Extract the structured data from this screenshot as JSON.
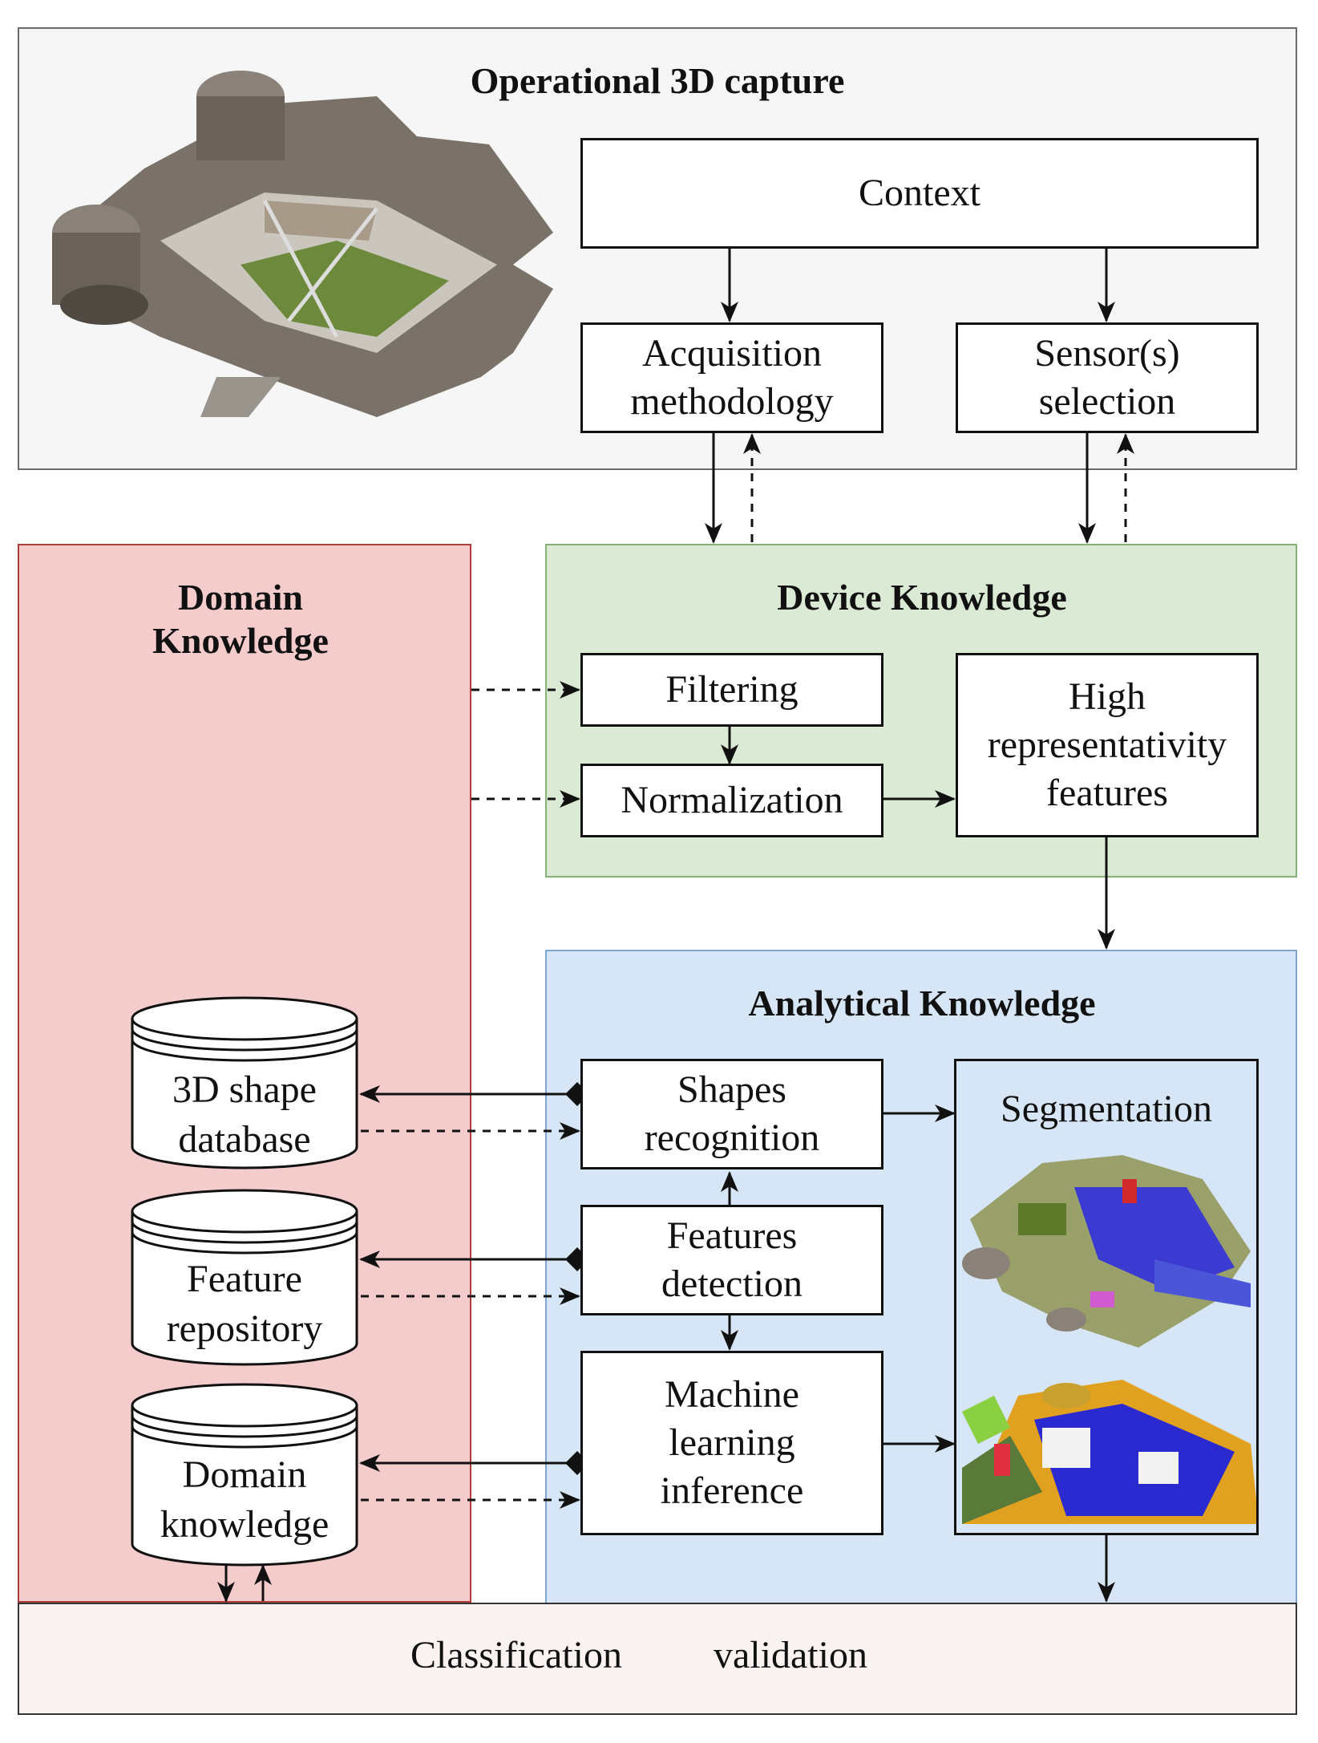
{
  "colors": {
    "capture_bg": "#f6f6f6",
    "domain_bg": "#f4cccb",
    "domain_border": "#b23b3b",
    "device_bg": "#dbead4",
    "device_border": "#86b27a",
    "analytical_bg": "#d6e6f6",
    "analytical_border": "#7fa7cf",
    "footer_bg": "#fbf2f2"
  },
  "panels": {
    "capture_title": "Operational 3D capture",
    "domain_title": "Domain\nKnowledge",
    "device_title": "Device Knowledge",
    "analytical_title": "Analytical Knowledge"
  },
  "boxes": {
    "context": "Context",
    "acquisition": "Acquisition\nmethodology",
    "sensors": "Sensor(s)\nselection",
    "filtering": "Filtering",
    "normalization": "Normalization",
    "high_rep": "High\nrepresentativity\nfeatures",
    "shapes_recognition": "Shapes\nrecognition",
    "features_detection": "Features\ndetection",
    "ml_inference": "Machine\nlearning\ninference",
    "segmentation": "Segmentation"
  },
  "databases": {
    "shape_db": "3D shape\ndatabase",
    "feature_repo": "Feature\nrepository",
    "domain_knowledge": "Domain\nknowledge"
  },
  "footer": {
    "classification": "Classification",
    "validation": "validation"
  },
  "icons": {
    "capture_image": "point-cloud-building-icon",
    "segmentation_image_1": "segmented-point-cloud-icon",
    "segmentation_image_2": "segmented-point-cloud-icon"
  }
}
